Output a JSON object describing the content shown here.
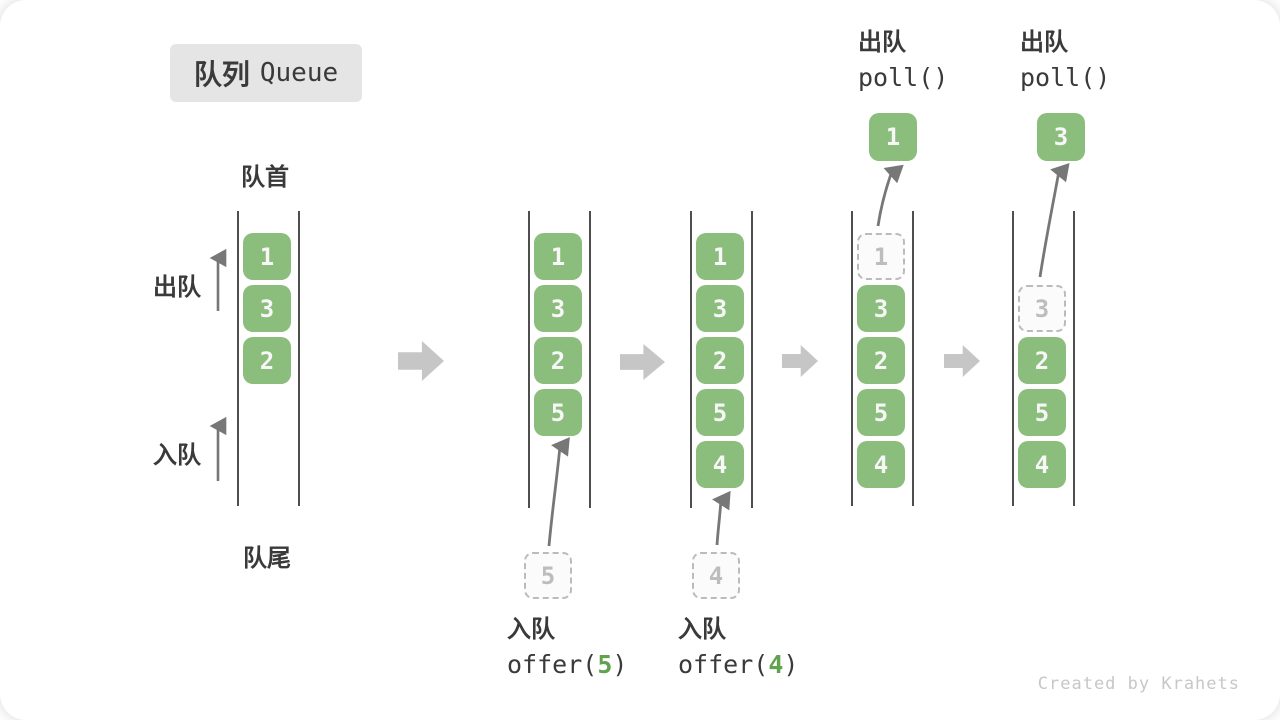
{
  "title": {
    "zh": "队列",
    "en": "Queue"
  },
  "side_labels": {
    "front": "队首",
    "rear": "队尾",
    "dequeue": "出队",
    "enqueue": "入队"
  },
  "operations": {
    "enqueue5": {
      "zh": "入队",
      "code_prefix": "offer(",
      "arg": "5",
      "code_suffix": ")"
    },
    "enqueue4": {
      "zh": "入队",
      "code_prefix": "offer(",
      "arg": "4",
      "code_suffix": ")"
    },
    "poll1": {
      "zh": "出队",
      "code": "poll()"
    },
    "poll2": {
      "zh": "出队",
      "code": "poll()"
    }
  },
  "states": [
    {
      "cells": [
        {
          "slot": 0,
          "value": "1",
          "style": "solid"
        },
        {
          "slot": 1,
          "value": "3",
          "style": "solid"
        },
        {
          "slot": 2,
          "value": "2",
          "style": "solid"
        }
      ]
    },
    {
      "cells": [
        {
          "slot": 0,
          "value": "1",
          "style": "solid"
        },
        {
          "slot": 1,
          "value": "3",
          "style": "solid"
        },
        {
          "slot": 2,
          "value": "2",
          "style": "solid"
        },
        {
          "slot": 3,
          "value": "5",
          "style": "solid"
        }
      ],
      "incoming": {
        "value": "5"
      }
    },
    {
      "cells": [
        {
          "slot": 0,
          "value": "1",
          "style": "solid"
        },
        {
          "slot": 1,
          "value": "3",
          "style": "solid"
        },
        {
          "slot": 2,
          "value": "2",
          "style": "solid"
        },
        {
          "slot": 3,
          "value": "5",
          "style": "solid"
        },
        {
          "slot": 4,
          "value": "4",
          "style": "solid"
        }
      ],
      "incoming": {
        "value": "4"
      }
    },
    {
      "cells": [
        {
          "slot": 0,
          "value": "1",
          "style": "dashed"
        },
        {
          "slot": 1,
          "value": "3",
          "style": "solid"
        },
        {
          "slot": 2,
          "value": "2",
          "style": "solid"
        },
        {
          "slot": 3,
          "value": "5",
          "style": "solid"
        },
        {
          "slot": 4,
          "value": "4",
          "style": "solid"
        }
      ],
      "outgoing": {
        "value": "1"
      }
    },
    {
      "cells": [
        {
          "slot": 1,
          "value": "3",
          "style": "dashed"
        },
        {
          "slot": 2,
          "value": "2",
          "style": "solid"
        },
        {
          "slot": 3,
          "value": "5",
          "style": "solid"
        },
        {
          "slot": 4,
          "value": "4",
          "style": "solid"
        }
      ],
      "outgoing": {
        "value": "3"
      }
    }
  ],
  "colors": {
    "cell_green": "#8bbd7d",
    "code_arg_green": "#61a24f",
    "dashed_gray": "#bbbbbb",
    "block_arrow_gray": "#c6c6c6",
    "flow_arrow_gray": "#777777",
    "label_dark": "#3a3a3a",
    "watermark_gray": "#c7c7c7"
  },
  "watermark": "Created by Krahets"
}
